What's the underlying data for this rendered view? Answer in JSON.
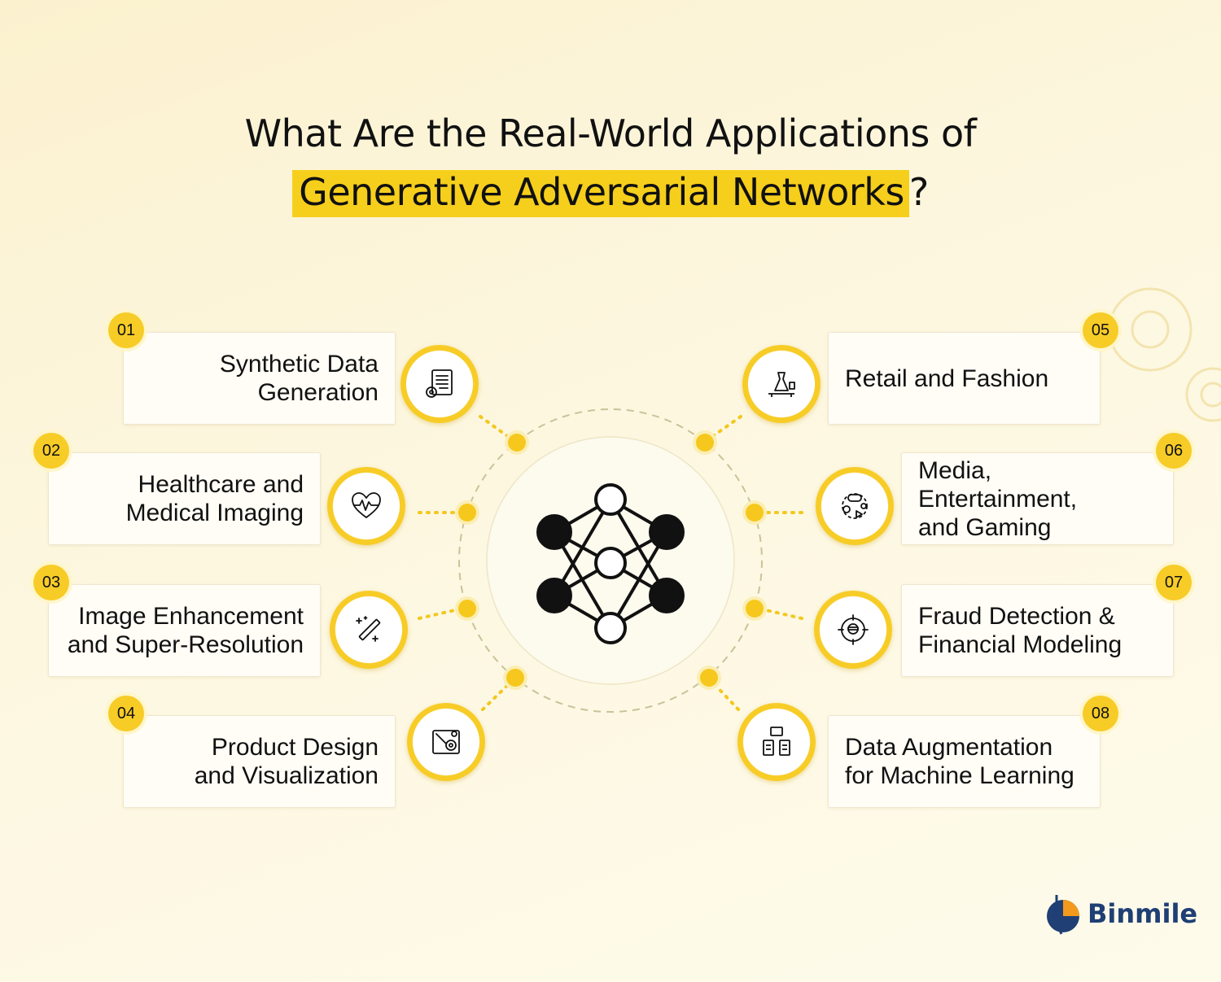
{
  "title": {
    "line1": "What Are the Real-World Applications of",
    "highlight": "Generative Adversarial Networks",
    "suffix": "?"
  },
  "center": {
    "icon": "neural-network-icon"
  },
  "items": [
    {
      "number": "01",
      "label": "Synthetic Data\nGeneration",
      "icon": "document-gear-icon"
    },
    {
      "number": "02",
      "label": "Healthcare and\nMedical Imaging",
      "icon": "heart-pulse-icon"
    },
    {
      "number": "03",
      "label": "Image Enhancement\nand Super-Resolution",
      "icon": "magic-wand-icon"
    },
    {
      "number": "04",
      "label": "Product Design\nand Visualization",
      "icon": "design-tools-icon"
    },
    {
      "number": "05",
      "label": "Retail and Fashion",
      "icon": "dress-store-icon"
    },
    {
      "number": "06",
      "label": "Media, Entertainment,\nand Gaming",
      "icon": "gamepad-media-icon"
    },
    {
      "number": "07",
      "label": "Fraud Detection &\nFinancial Modeling",
      "icon": "fraud-target-icon"
    },
    {
      "number": "08",
      "label": "Data Augmentation\nfor Machine Learning",
      "icon": "data-files-icon"
    }
  ],
  "brand": {
    "name": "Binmile",
    "icon": "binmile-logo-icon"
  },
  "colors": {
    "accent": "#f7cc27",
    "background": "#fcf3d6",
    "brand": "#1f3f75"
  }
}
